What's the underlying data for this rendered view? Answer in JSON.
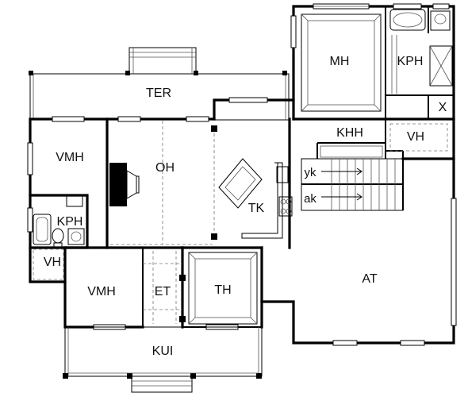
{
  "rooms": {
    "ter": "TER",
    "mh": "MH",
    "kph_master": "KPH",
    "khh": "KHH",
    "vh_master": "VH",
    "x": "X",
    "vmh_top": "VMH",
    "oh": "OH",
    "kph_left": "KPH",
    "vh_left": "VH",
    "yk": "yk",
    "ak": "ak",
    "tk": "TK",
    "at": "AT",
    "vmh_bottom": "VMH",
    "et": "ET",
    "th": "TH",
    "kui": "KUI"
  }
}
